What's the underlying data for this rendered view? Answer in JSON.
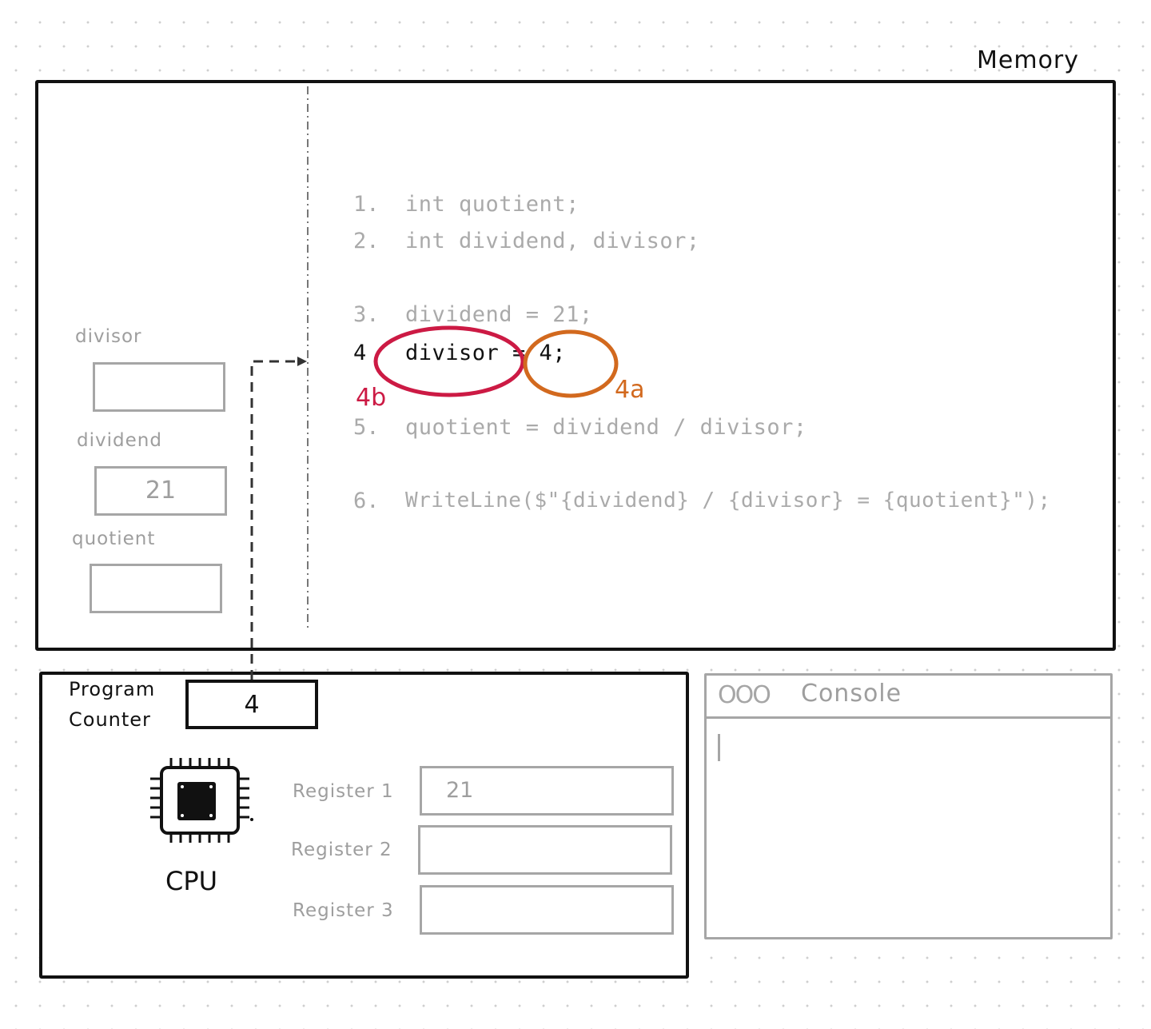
{
  "memory": {
    "title": "Memory",
    "variables": [
      {
        "name": "divisor",
        "value": ""
      },
      {
        "name": "dividend",
        "value": "21"
      },
      {
        "name": "quotient",
        "value": ""
      }
    ],
    "code": [
      {
        "num": "1.",
        "text": "int quotient;"
      },
      {
        "num": "2.",
        "text": "int dividend, divisor;"
      },
      {
        "num": "3.",
        "text": "dividend = 21;"
      },
      {
        "num": "4",
        "text": "divisor = 4;"
      },
      {
        "num": "5.",
        "text": "quotient = dividend / divisor;"
      },
      {
        "num": "6.",
        "text": "WriteLine($\"{dividend} / {divisor} = {quotient}\");"
      }
    ],
    "annotations": {
      "step_a": "4a",
      "step_b": "4b",
      "color_a": "#d2691e",
      "color_b": "#cc1a44"
    }
  },
  "cpu": {
    "program_counter_label_line1": "Program",
    "program_counter_label_line2": "Counter",
    "program_counter_value": "4",
    "label": "CPU",
    "icon": "cpu-chip-icon",
    "registers": [
      {
        "name": "Register 1",
        "value": "21"
      },
      {
        "name": "Register 2",
        "value": ""
      },
      {
        "name": "Register 3",
        "value": ""
      }
    ]
  },
  "console": {
    "title": "Console",
    "window_controls_icon": "window-dots-icon",
    "output": ""
  }
}
